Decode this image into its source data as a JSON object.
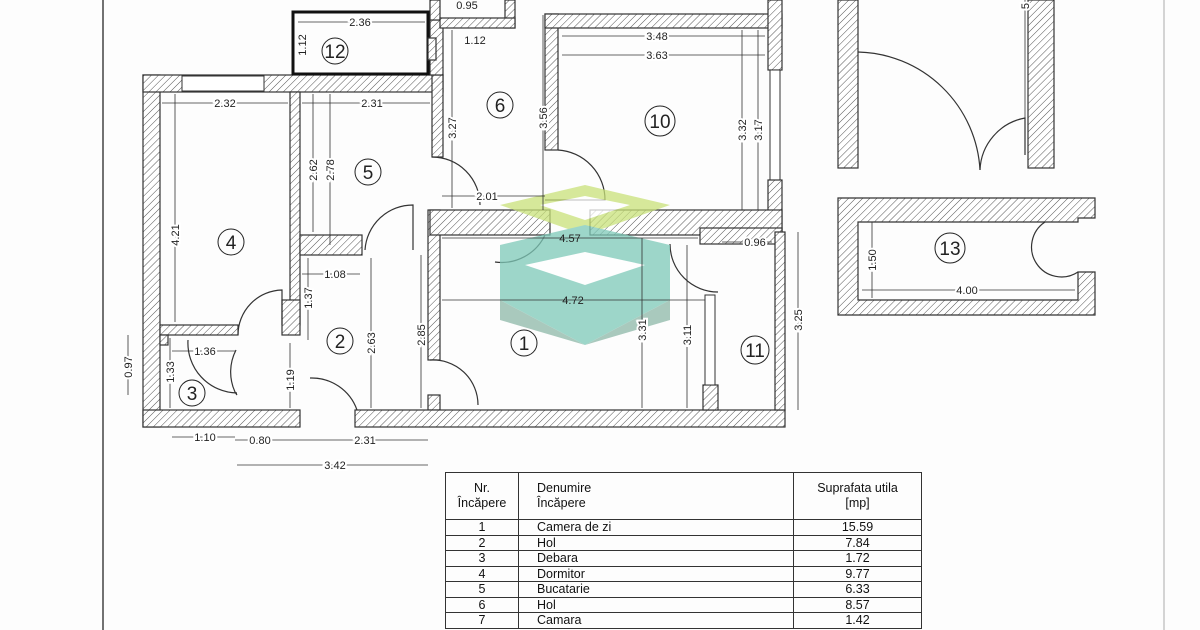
{
  "plan": {
    "rooms": {
      "r1": "1",
      "r2": "2",
      "r3": "3",
      "r4": "4",
      "r5": "5",
      "r6": "6",
      "r10": "10",
      "r11": "11",
      "r12": "12",
      "r13": "13"
    },
    "dims": {
      "d_12_w": "2.36",
      "d_12_h": "1.12",
      "d_top_095": "0.95",
      "d_6_top": "1.12",
      "d_4_w": "2.32",
      "d_4_h": "4.21",
      "d_5_w": "2.31",
      "d_5_h1": "2.62",
      "d_5_h2": "2.78",
      "d_6_h1": "3.27",
      "d_6_h2": "3.56",
      "d_10_w1": "3.48",
      "d_10_w2": "3.63",
      "d_10_h1": "3.32",
      "d_10_h2": "3.17",
      "d_201": "2.01",
      "d_457": "4.57",
      "d_096": "0.96",
      "d_472": "4.72",
      "d_1_h1": "3.31",
      "d_1_h2": "3.11",
      "d_11_h": "3.25",
      "d_108": "1.08",
      "d_137": "1.37",
      "d_2_h1": "2.63",
      "d_2_h2": "2.85",
      "d_097": "0.97",
      "d_136": "1.36",
      "d_133": "1.33",
      "d_119": "1.19",
      "d_110": "1.10",
      "d_080": "0.80",
      "d_231b": "2.31",
      "d_342": "3.42",
      "d_13_h": "1.50",
      "d_13_w": "4.00",
      "d_top_right": "5"
    },
    "watermark_colors": {
      "top": "#c9e27a",
      "mid": "#7ec9b8",
      "bottom": "#8db8a8"
    }
  },
  "table": {
    "headers": {
      "nr": "Nr.\nÎncăpere",
      "name": "Denumire\nÎncăpere",
      "area": "Suprafata utila\n[mp]"
    },
    "rows": [
      {
        "nr": "1",
        "name": "Camera de zi",
        "area": "15.59"
      },
      {
        "nr": "2",
        "name": "Hol",
        "area": "7.84"
      },
      {
        "nr": "3",
        "name": "Debara",
        "area": "1.72"
      },
      {
        "nr": "4",
        "name": "Dormitor",
        "area": "9.77"
      },
      {
        "nr": "5",
        "name": "Bucatarie",
        "area": "6.33"
      },
      {
        "nr": "6",
        "name": "Hol",
        "area": "8.57"
      },
      {
        "nr": "7",
        "name": "Camara",
        "area": "1.42"
      }
    ]
  }
}
